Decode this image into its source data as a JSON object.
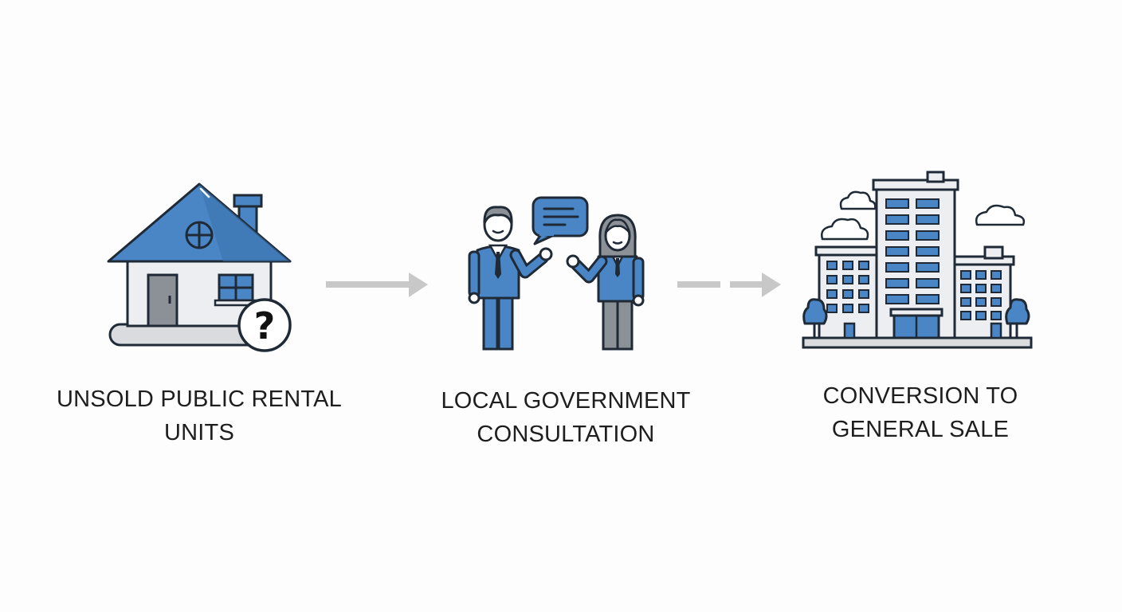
{
  "steps": [
    {
      "id": "unsold",
      "icon": "house-question-icon",
      "label_lines": [
        "UNSOLD PUBLIC RENTAL",
        "UNITS"
      ],
      "badge_text": "?"
    },
    {
      "id": "consultation",
      "icon": "people-consultation-icon",
      "label_lines": [
        "LOCAL GOVERNMENT",
        "CONSULTATION"
      ]
    },
    {
      "id": "sale",
      "icon": "apartment-building-icon",
      "label_lines": [
        "CONVERSION TO",
        "GENERAL SALE"
      ]
    }
  ],
  "connectors": [
    {
      "from": "unsold",
      "to": "consultation",
      "style": "solid"
    },
    {
      "from": "consultation",
      "to": "sale",
      "style": "dashed"
    }
  ],
  "colors": {
    "accent_blue": "#4a86c5",
    "outline": "#1f2a36",
    "arrow_gray": "#c8c8c8",
    "wall_light": "#eceef1",
    "ground_gray": "#d9dbdf",
    "text": "#1e1e1e"
  }
}
